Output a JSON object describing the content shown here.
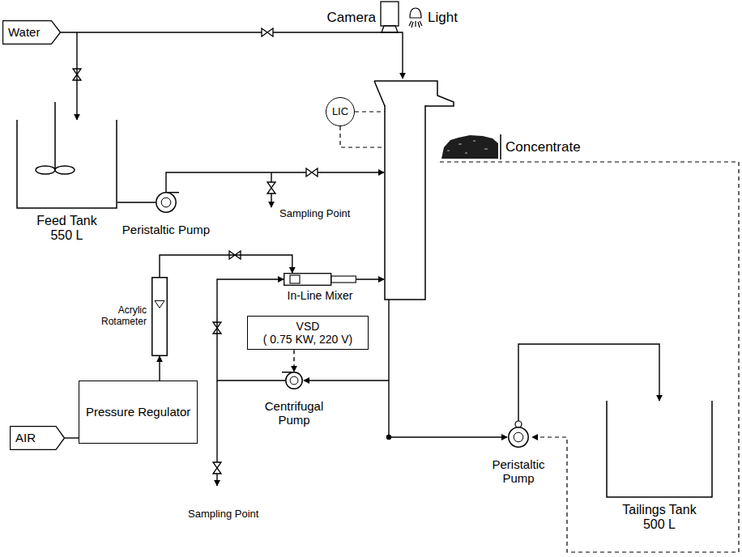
{
  "diagram": {
    "nodes": [
      {
        "text": [
          "Water"
        ]
      },
      {
        "text": [
          "Feed Tank",
          "550 L"
        ]
      },
      {
        "text": [
          "Peristaltic Pump"
        ]
      },
      {
        "text": [
          "LIC"
        ]
      },
      {
        "text": [
          "Acrylic Rotameter"
        ]
      },
      {
        "text": [
          "AIR"
        ]
      },
      {
        "text": [
          "Pressure Regulator"
        ]
      },
      {
        "text": [
          "In-Line Mixer"
        ]
      },
      {
        "text": [
          "VSD",
          "( 0.75 KW, 220 V)"
        ]
      },
      {
        "text": [
          "Centrifugal Pump"
        ]
      },
      {
        "text": [
          "Peristaltic Pump"
        ]
      },
      {
        "text": [
          "Tailings Tank",
          "500 L"
        ]
      }
    ],
    "edges": [
      {
        "from": 0,
        "to": 1,
        "arrow": "to"
      },
      {
        "from": 1,
        "to": 2,
        "arrow": "none"
      },
      {
        "from": 5,
        "to": 6,
        "arrow": "none"
      },
      {
        "from": 6,
        "to": 4,
        "arrow": "to"
      },
      {
        "from": 4,
        "to": 7,
        "arrow": "to"
      },
      {
        "from": 8,
        "to": 9,
        "arrow": "to"
      },
      {
        "from": 9,
        "to": 7,
        "arrow": "to"
      },
      {
        "from": 10,
        "to": 11,
        "arrow": "to"
      }
    ],
    "labels": [
      "Camera",
      "Light",
      "Sampling Point",
      "Concentrate",
      "Sampling Point"
    ]
  }
}
